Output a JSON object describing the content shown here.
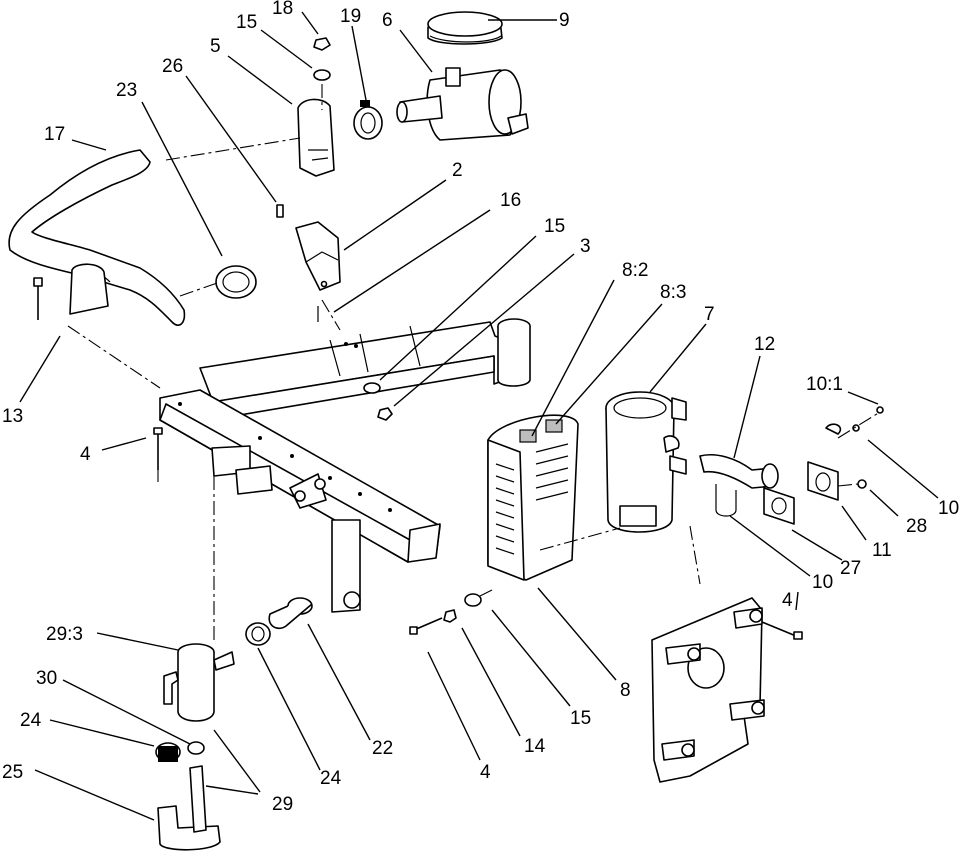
{
  "diagram": {
    "callouts": {
      "c18": "18",
      "c15a": "15",
      "c19": "19",
      "c6": "6",
      "c9": "9",
      "c5": "5",
      "c26": "26",
      "c23": "23",
      "c17": "17",
      "c2": "2",
      "c16": "16",
      "c15b": "15",
      "c3": "3",
      "c8_2": "8:2",
      "c8_3": "8:3",
      "c7": "7",
      "c12": "12",
      "c10_1": "10:1",
      "c13": "13",
      "c4a": "4",
      "c10a": "10",
      "c28": "28",
      "c11": "11",
      "c27": "27",
      "c10b": "10",
      "c4b": "4",
      "c29_3": "29:3",
      "c30": "30",
      "c24a": "24",
      "c25": "25",
      "c22": "22",
      "c24b": "24",
      "c29": "29",
      "c8": "8",
      "c15c": "15",
      "c14": "14",
      "c4c": "4"
    }
  }
}
